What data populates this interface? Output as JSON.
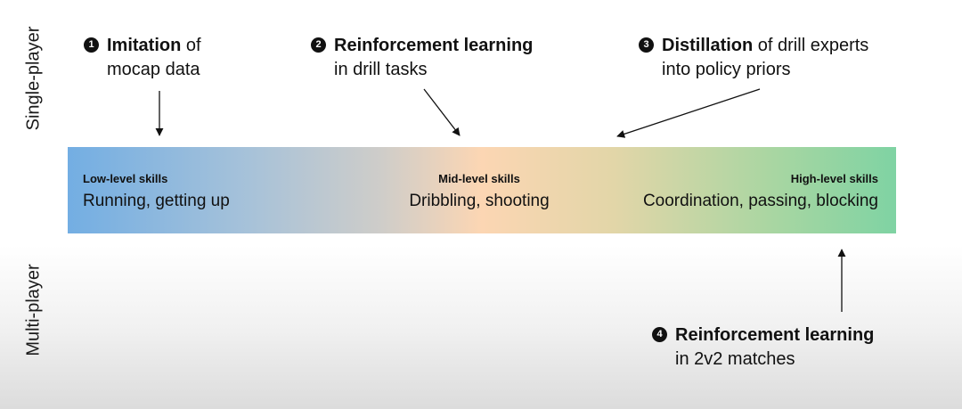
{
  "rows": {
    "top_label": "Single-player",
    "bottom_label": "Multi-player"
  },
  "skills": {
    "low": {
      "level": "Low-level skills",
      "examples": "Running, getting up"
    },
    "mid": {
      "level": "Mid-level skills",
      "examples": "Dribbling, shooting"
    },
    "high": {
      "level": "High-level skills",
      "examples": "Coordination, passing, blocking"
    }
  },
  "bar_gradient_colors": [
    "#73aee3",
    "#fcd6b3",
    "#7fd3a3"
  ],
  "steps": [
    {
      "number": "1",
      "title": "Imitation",
      "rest": " of",
      "line2": "mocap data"
    },
    {
      "number": "2",
      "title": "Reinforcement learning",
      "rest": "",
      "line2": "in drill tasks"
    },
    {
      "number": "3",
      "title": "Distillation",
      "rest": " of drill experts",
      "line2": "into policy priors"
    },
    {
      "number": "4",
      "title": "Reinforcement learning",
      "rest": "",
      "line2": "in 2v2 matches"
    }
  ]
}
